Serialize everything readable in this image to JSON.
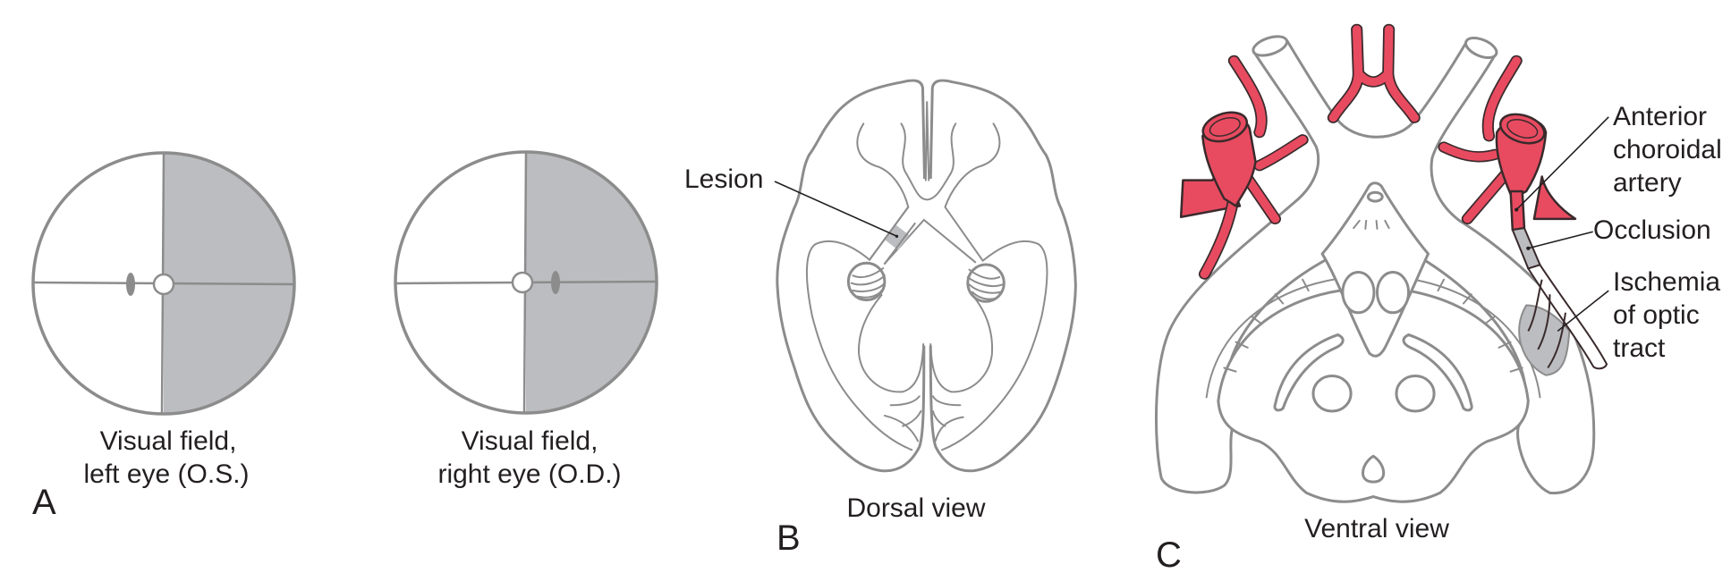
{
  "colors": {
    "artery": "#e84b60",
    "affected_area": "#bcbdc0",
    "outline": "#8c8c8c",
    "text": "#231f20"
  },
  "panel_a": {
    "letter": "A",
    "left_eye": {
      "line1": "Visual field,",
      "line2": "left eye (O.S.)"
    },
    "right_eye": {
      "line1": "Visual field,",
      "line2": "right eye (O.D.)"
    }
  },
  "panel_b": {
    "letter": "B",
    "lesion_label": "Lesion",
    "caption": "Dorsal view"
  },
  "panel_c": {
    "letter": "C",
    "caption": "Ventral view",
    "anterior_choroidal": [
      "Anterior",
      "choroidal",
      "artery"
    ],
    "occlusion": "Occlusion",
    "ischemia": [
      "Ischemia",
      "of optic",
      "tract"
    ]
  }
}
